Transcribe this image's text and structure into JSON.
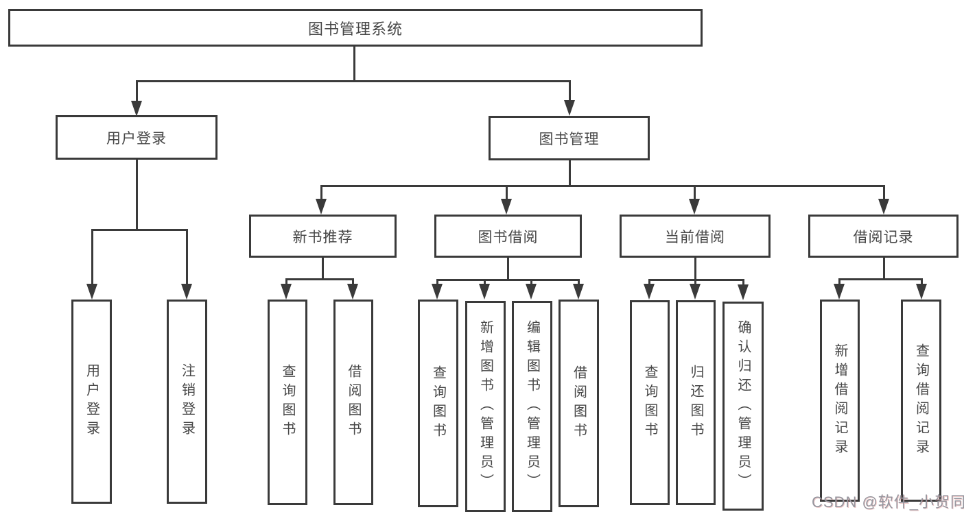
{
  "diagram": {
    "title": "图书管理系统",
    "hierarchy": {
      "root": "图书管理系统",
      "branches": [
        {
          "label": "用户登录",
          "children": [
            "用户登录",
            "注销登录"
          ]
        },
        {
          "label": "图书管理",
          "children": [
            {
              "label": "新书推荐",
              "children": [
                "查询图书",
                "借阅图书"
              ]
            },
            {
              "label": "图书借阅",
              "children": [
                "查询图书",
                "新增图书（管理员）",
                "编辑图书（管理员）",
                "借阅图书"
              ]
            },
            {
              "label": "当前借阅",
              "children": [
                "查询图书",
                "归还图书",
                "确认归还（管理员）"
              ]
            },
            {
              "label": "借阅记录",
              "children": [
                "新增借阅记录",
                "查询借阅记录"
              ]
            }
          ]
        }
      ]
    },
    "colors": {
      "line": "#3a3a3a",
      "text": "#474747",
      "watermark_text": "#96969e",
      "background": "#ffffff"
    }
  },
  "nodes": {
    "root": "图书管理系统",
    "l2": [
      "用户登录",
      "图书管理"
    ],
    "l3": [
      "新书推荐",
      "图书借阅",
      "当前借阅",
      "借阅记录"
    ],
    "l4": [
      "用户登录",
      "注销登录",
      "查询图书",
      "借阅图书",
      "查询图书",
      "新增图书（管理员）",
      "编辑图书（管理员）",
      "借阅图书",
      "查询图书",
      "归还图书",
      "确认归还（管理员）",
      "新增借阅记录",
      "查询借阅记录"
    ]
  },
  "watermark": "CSDN @软件_小贺同学"
}
